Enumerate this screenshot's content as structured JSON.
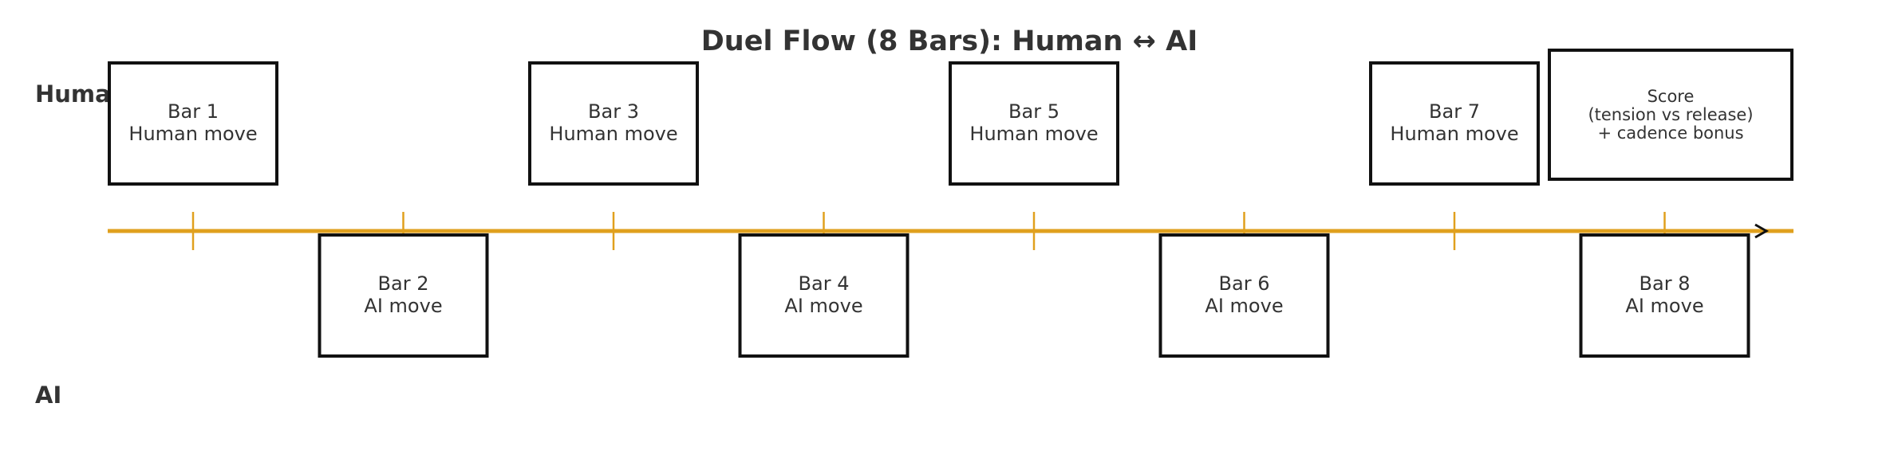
{
  "title": "Duel Flow (8 Bars): Human ↔ AI",
  "lanes": {
    "human_label": "Human",
    "ai_label": "AI"
  },
  "bars": [
    {
      "label": "Bar 1",
      "move": "Human move",
      "lane": "human"
    },
    {
      "label": "Bar 2",
      "move": "AI move",
      "lane": "ai"
    },
    {
      "label": "Bar 3",
      "move": "Human move",
      "lane": "human"
    },
    {
      "label": "Bar 4",
      "move": "AI move",
      "lane": "ai"
    },
    {
      "label": "Bar 5",
      "move": "Human move",
      "lane": "human"
    },
    {
      "label": "Bar 6",
      "move": "AI move",
      "lane": "ai"
    },
    {
      "label": "Bar 7",
      "move": "Human move",
      "lane": "human"
    },
    {
      "label": "Bar 8",
      "move": "AI move",
      "lane": "ai"
    }
  ],
  "score": {
    "line1": "Score",
    "line2": "(tension vs release)",
    "line3": "+ cadence bonus"
  },
  "colors": {
    "timeline": "#e0a01e",
    "text": "#333333",
    "box_stroke": "#111111"
  }
}
